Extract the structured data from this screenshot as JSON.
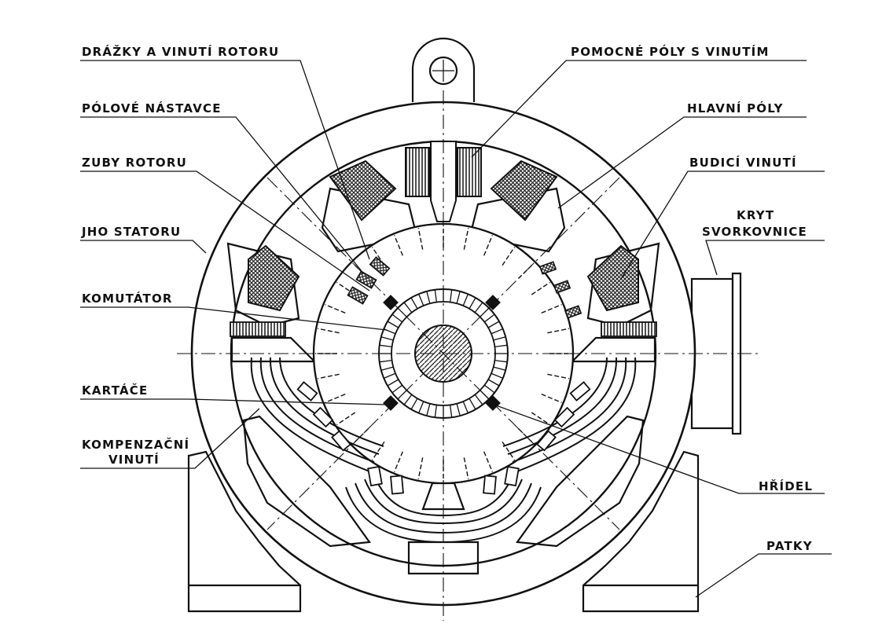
{
  "labels": {
    "rotor_slots": "DRÁŽKY A VINUTÍ ROTORU",
    "pole_shoes": "PÓLOVÉ NÁSTAVCE",
    "rotor_teeth": "ZUBY ROTORU",
    "stator_yoke": "JHO STATORU",
    "commutator": "KOMUTÁTOR",
    "brushes": "KARTÁČE",
    "compensating_1": "KOMPENZAČNÍ",
    "compensating_2": "VINUTÍ",
    "interpoles": "POMOCNÉ PÓLY S VINUTÍM",
    "main_poles": "HLAVNÍ PÓLY",
    "field_winding": "BUDICÍ VINUTÍ",
    "terminal_cover_1": "KRYT",
    "terminal_cover_2": "SVORKOVNICE",
    "shaft": "HŘÍDEL",
    "feet": "PATKY"
  },
  "colors": {
    "ink": "#111111",
    "paper": "#ffffff",
    "hatch": "#222222"
  }
}
